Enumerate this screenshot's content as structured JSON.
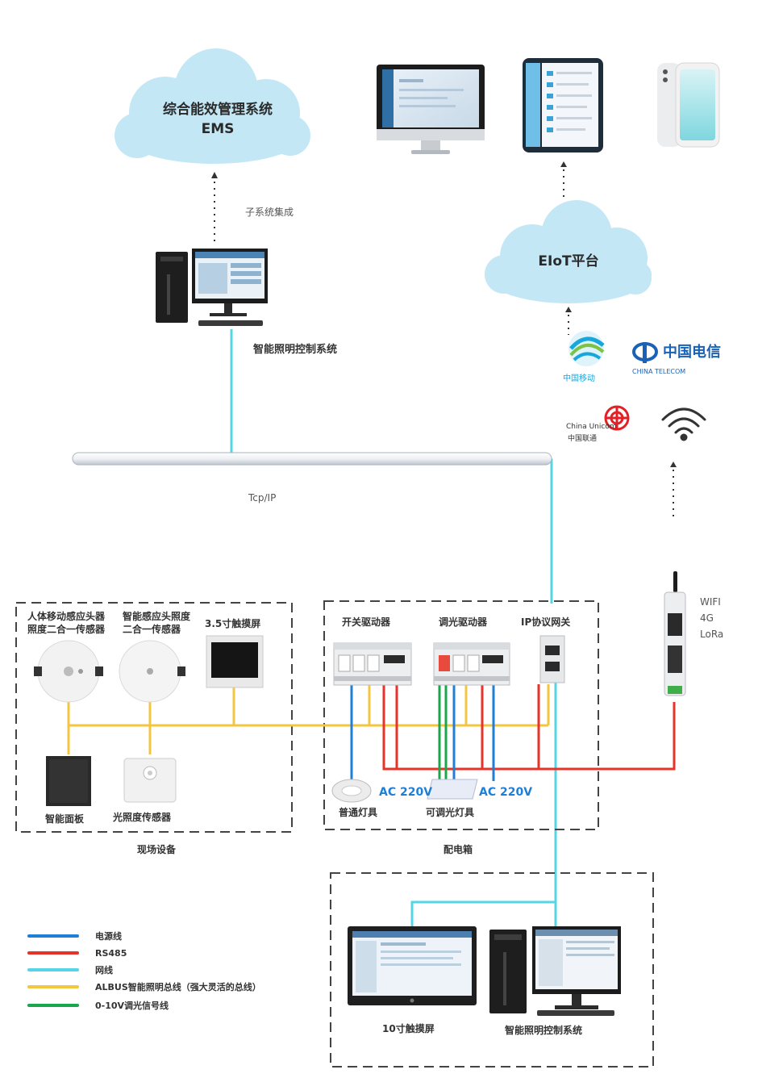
{
  "clouds": {
    "ems": {
      "line1": "综合能效管理系统",
      "line2": "EMS"
    },
    "eiot": {
      "title": "EIoT平台"
    }
  },
  "labels": {
    "sub_system": "子系统集成",
    "lighting_system_top": "智能照明控制系统",
    "tcpip": "Tcp/IP",
    "wireless": [
      "WIFI",
      "4G",
      "LoRa"
    ],
    "sensor1": [
      "人体移动感应头器",
      "照度二合一传感器"
    ],
    "sensor2": [
      "智能感应头照度",
      "二合一传感器"
    ],
    "panel_35": "3.5寸触摸屏",
    "smart_panel": "智能面板",
    "light_sensor": "光照度传感器",
    "switch_actuator": "开关驱动器",
    "dimmer_actuator": "调光驱动器",
    "ip_gateway": "IP协议网关",
    "ac1": "AC 220V",
    "ac2": "AC 220V",
    "normal_lamp": "普通灯具",
    "dimmable_lamp": "可调光灯具",
    "field_group": "现场设备",
    "panel_group": "配电箱",
    "touch_10": "10寸触摸屏",
    "lighting_system_bottom": "智能照明控制系统"
  },
  "carriers": {
    "cmcc": "中国移动",
    "telecom_cn": "中国电信",
    "telecom_en": "CHINA TELECOM",
    "unicom_cn": "中国联通",
    "unicom_en": "China Unicom"
  },
  "legend": [
    {
      "color": "#1f7fd6",
      "label": "电源线"
    },
    {
      "color": "#e8332a",
      "label": "RS485"
    },
    {
      "color": "#56d5e6",
      "label": "网线"
    },
    {
      "color": "#f4c640",
      "label": "ALBUS智能照明总线（强大灵活的总线）"
    },
    {
      "color": "#1aa64a",
      "label": "0-10V调光信号线"
    }
  ],
  "colors": {
    "power": "#1f7fd6",
    "rs485": "#e8332a",
    "network": "#56d5e6",
    "bus": "#f4c640",
    "dim": "#1aa64a",
    "cloud": "#c3e7f5"
  }
}
